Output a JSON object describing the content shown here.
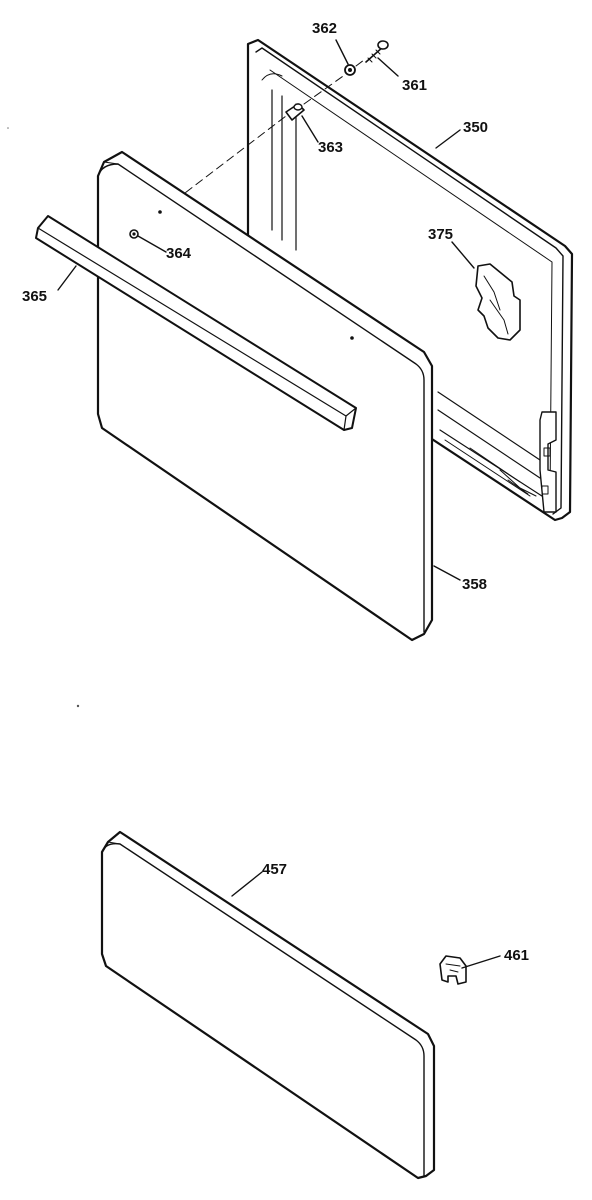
{
  "diagram": {
    "parts": [
      {
        "id": "362",
        "label": "362"
      },
      {
        "id": "361",
        "label": "361"
      },
      {
        "id": "350",
        "label": "350"
      },
      {
        "id": "363",
        "label": "363"
      },
      {
        "id": "375",
        "label": "375"
      },
      {
        "id": "364",
        "label": "364"
      },
      {
        "id": "365",
        "label": "365"
      },
      {
        "id": "358",
        "label": "358"
      },
      {
        "id": "457",
        "label": "457"
      },
      {
        "id": "461",
        "label": "461"
      }
    ]
  },
  "colors": {
    "line": "#111111",
    "background": "#ffffff"
  }
}
